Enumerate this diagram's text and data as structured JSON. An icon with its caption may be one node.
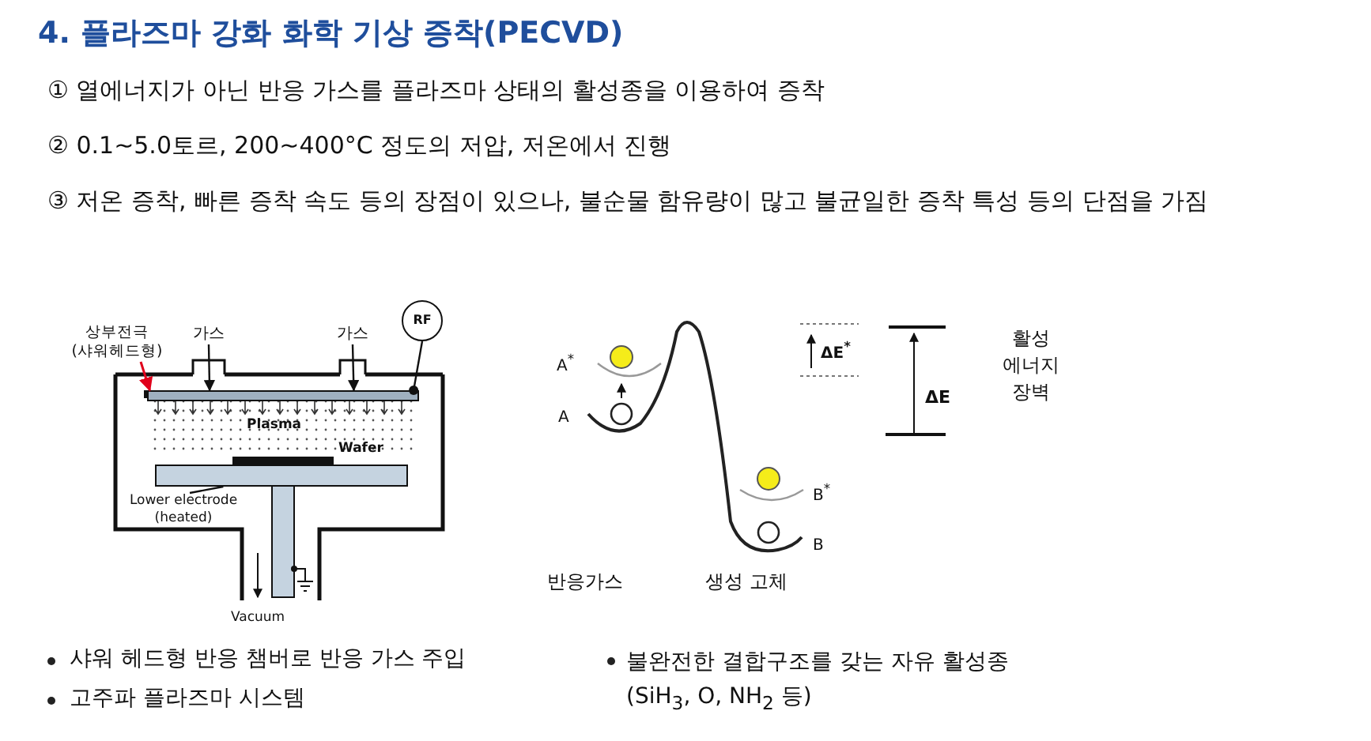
{
  "diagram": {
    "title": "4. 플라즈마 강화 화학 기상 증착(PECVD)",
    "nodes": [
      {
        "text": [
          "상부전극 (샤워헤드형)"
        ]
      },
      {
        "text": [],
        "shape": "bar"
      },
      {
        "text": [
          "가스"
        ]
      },
      {
        "text": [
          "가스"
        ]
      },
      {
        "text": [
          "RF"
        ]
      },
      {
        "text": [
          "Lower electrode (heated)"
        ]
      },
      {
        "text": [],
        "shape": "bar"
      }
    ],
    "edges": [
      {
        "from": 0,
        "to": 1,
        "arrow": "to",
        "color": "#e0001b"
      },
      {
        "from": 2,
        "to": 1,
        "arrow": "to"
      },
      {
        "from": 3,
        "to": 1,
        "arrow": "to"
      },
      {
        "from": 4,
        "to": 1,
        "arrow": "other"
      },
      {
        "from": 5,
        "to": 6,
        "arrow": "none"
      }
    ],
    "labels": [
      "① 열에너지가 아닌 반응 가스를 플라즈마 상태의 활성종을 이용하여 증착",
      "② 0.1~5.0토르, 200~400°C 정도의 저압, 저온에서 진행",
      "③ 저온 증착,  빠른 증착 속도 등의 장점이 있으나, 불순물 함유량이 많고 불균일한  증착 특성 등의 단점을 가짐",
      "Plasma",
      "Wafer",
      "Vacuum",
      "A$^{*}$",
      "A",
      "ΔE$^{*}$",
      "활성 에너지 장벽",
      "ΔE",
      "B$^{*}$",
      "B",
      "반응가스",
      "생성 고체",
      "샤워 헤드형 반응 챔버로 반응 가스 주입",
      "불완전한 결합구조를 갖는 자유 활성종 (SiH$_{3}$, O, NH$_{2}$ 등)",
      "고주파 플라즈마 시스템"
    ]
  }
}
